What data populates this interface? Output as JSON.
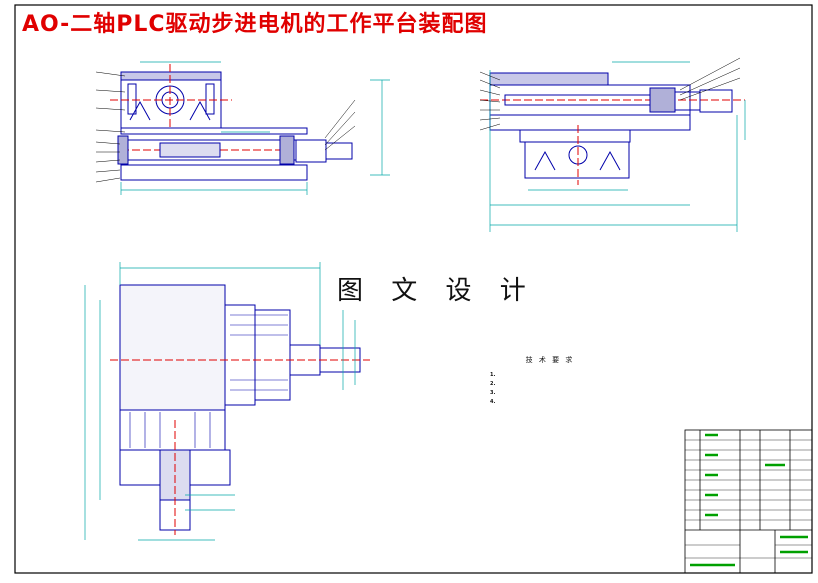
{
  "drawing": {
    "title": "AO-二轴PLC驱动步进电机的工作平台装配图",
    "watermark": "图 文 设 计",
    "tech_heading": "技 术 要 求",
    "tech_notes": [
      "1.",
      "2.",
      "3.",
      "4."
    ]
  },
  "colors": {
    "outline": "#0000aa",
    "centerline": "#e00000",
    "dimension": "#00a8a8",
    "title": "#e00000",
    "leader_label": "#000000"
  }
}
